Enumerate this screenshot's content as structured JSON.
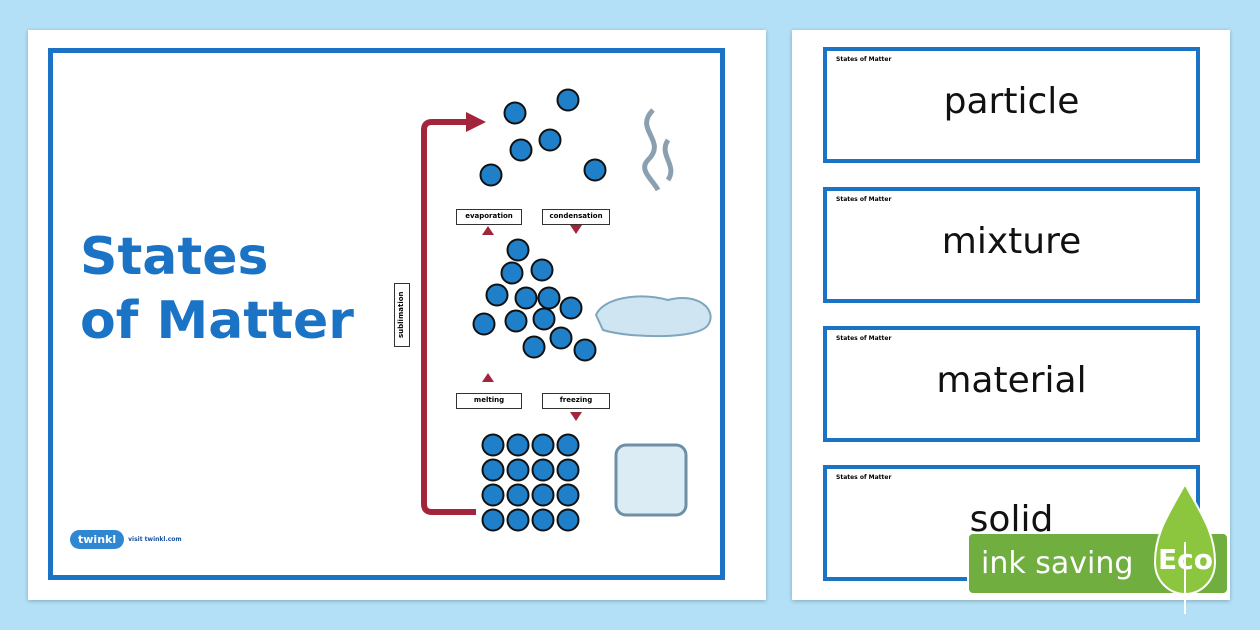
{
  "poster": {
    "title_line1": "States",
    "title_line2": "of Matter",
    "logo_text": "twinkl",
    "logo_url": "visit twinkl.com",
    "labels": {
      "evaporation": "evaporation",
      "condensation": "condensation",
      "melting": "melting",
      "freezing": "freezing",
      "sublimation": "sublimation"
    }
  },
  "cards": [
    {
      "header": "States of Matter",
      "word": "particle"
    },
    {
      "header": "States of Matter",
      "word": "mixture"
    },
    {
      "header": "States of Matter",
      "word": "material"
    },
    {
      "header": "States of Matter",
      "word": "solid"
    }
  ],
  "badge": {
    "text": "ink saving",
    "eco": "Eco"
  },
  "colors": {
    "brand": "#1a73c4",
    "particle": "#1f7fc8",
    "arrow": "#a3253c",
    "eco": "#6fae3f",
    "background": "#b3e0f6"
  }
}
